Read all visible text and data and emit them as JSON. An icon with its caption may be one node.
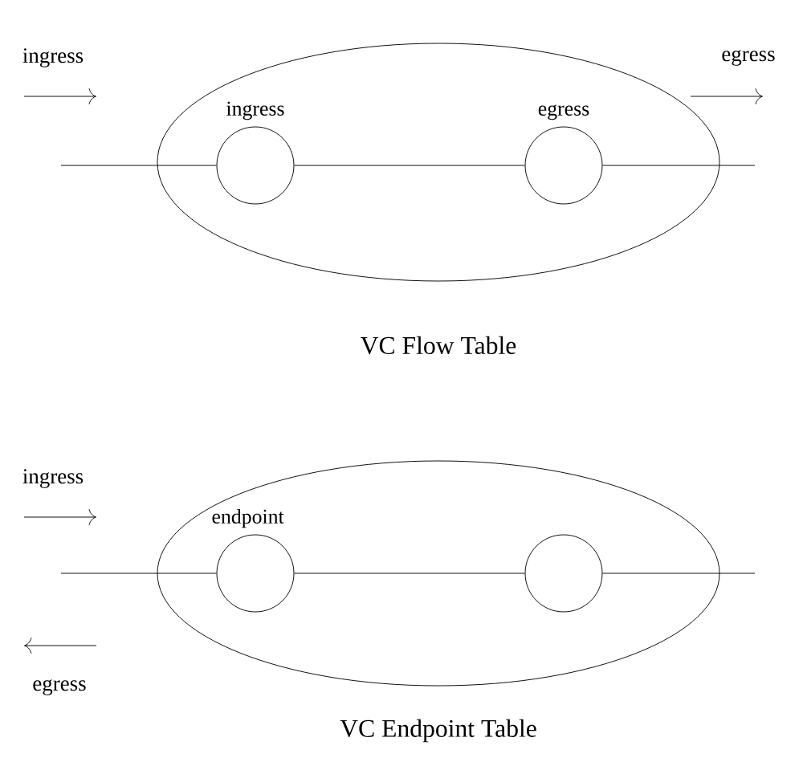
{
  "diagram": {
    "nodes": [
      {
        "text": [],
        "shape": "ellipse",
        "beside": [
          "VC Flow Table"
        ]
      },
      {
        "text": [
          "ingress"
        ],
        "in": 0
      },
      {
        "text": [
          "egress"
        ],
        "in": 0
      },
      {
        "text": [],
        "shape": "ellipse",
        "beside": [
          "VC Endpoint Table"
        ]
      },
      {
        "text": [
          "endpoint"
        ],
        "in": 3
      },
      {
        "text": [],
        "shape": "circle",
        "in": 3
      }
    ],
    "edges": [
      {
        "from": null,
        "to": 1,
        "arrow": "none"
      },
      {
        "from": 1,
        "to": 2,
        "arrow": "none"
      },
      {
        "from": 2,
        "to": null,
        "arrow": "none"
      },
      {
        "from": null,
        "to": 4,
        "arrow": "none"
      },
      {
        "from": 4,
        "to": 5,
        "arrow": "none"
      },
      {
        "from": 5,
        "to": null,
        "arrow": "none"
      }
    ],
    "labels": [
      "ingress",
      "egress",
      "ingress",
      "egress"
    ]
  }
}
